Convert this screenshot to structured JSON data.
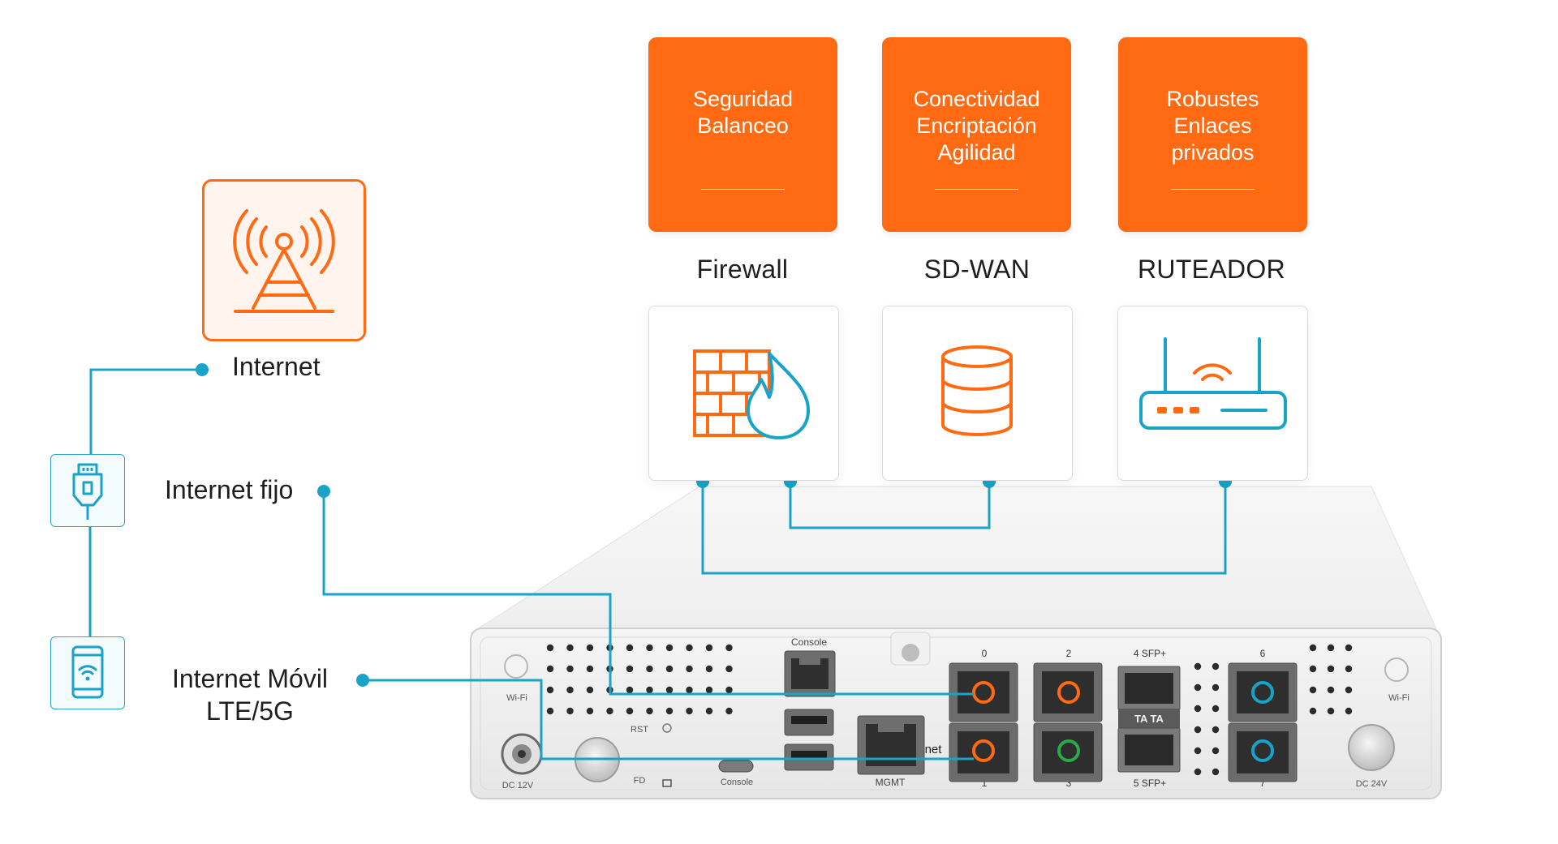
{
  "features": [
    {
      "lines": [
        "Seguridad",
        "Balanceo"
      ],
      "title": "Firewall"
    },
    {
      "lines": [
        "Conectividad",
        "Encriptación",
        "Agilidad"
      ],
      "title": "SD-WAN"
    },
    {
      "lines": [
        "Robustes",
        "Enlaces",
        "privados"
      ],
      "title": "RUTEADOR"
    }
  ],
  "left": {
    "internet": "Internet",
    "fixed": "Internet fijo",
    "mobile_line1": "Internet Móvil",
    "mobile_line2": "LTE/5G"
  },
  "device": {
    "labels": {
      "wifi_left": "Wi-Fi",
      "wifi_right": "Wi-Fi",
      "console_top": "Console",
      "console_bottom": "Console",
      "dc_left": "DC 12V",
      "dc_right": "DC 24V",
      "rst": "RST",
      "fd": "FD",
      "mgmt": "MGMT",
      "internet_partial": "net",
      "port0": "0",
      "port1": "1",
      "port2": "2",
      "port3": "3",
      "port45": "4 SFP+",
      "port53": "5 SFP+",
      "port6": "6",
      "port7": "7",
      "sfp_mid": "TA TA"
    }
  },
  "colors": {
    "orange": "#ff6a13",
    "cyan": "#1aa3c8",
    "green": "#2ca84a",
    "text": "#1e1e1e"
  }
}
